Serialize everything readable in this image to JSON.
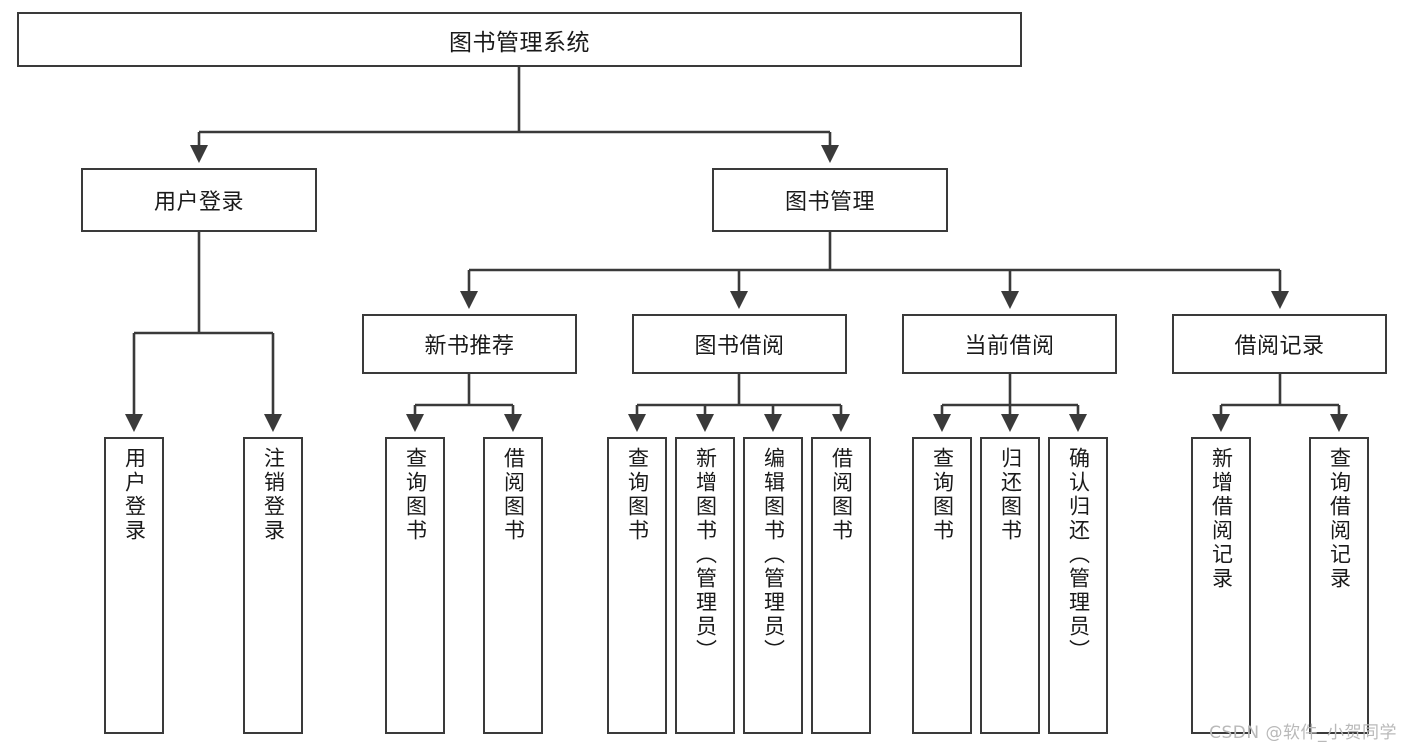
{
  "diagram": {
    "title": "图书管理系统",
    "kind": "functional-structure-tree",
    "watermark": "CSDN @软件_小贺同学",
    "colors": {
      "background": "#ffffff",
      "box_border": "#3a3a3a",
      "box_fill": "#ffffff",
      "text": "#1a1a1a",
      "edge": "#3a3a3a",
      "watermark": "#b9b9b9"
    }
  },
  "nodes": {
    "root": {
      "label": "图书管理系统",
      "level": 1
    },
    "level2": [
      {
        "id": "user-login",
        "label": "用户登录"
      },
      {
        "id": "book-manage",
        "label": "图书管理"
      }
    ],
    "level3": [
      {
        "id": "new-book-recommend",
        "label": "新书推荐"
      },
      {
        "id": "book-borrow",
        "label": "图书借阅"
      },
      {
        "id": "current-borrow",
        "label": "当前借阅"
      },
      {
        "id": "borrow-record",
        "label": "借阅记录"
      }
    ],
    "leaves": {
      "user-login": [
        {
          "id": "leaf-user-login",
          "label": "用户登录"
        },
        {
          "id": "leaf-user-logout",
          "label": "注销登录"
        }
      ],
      "new-book-recommend": [
        {
          "id": "leaf-query-book-1",
          "label": "查询图书"
        },
        {
          "id": "leaf-borrow-book-1",
          "label": "借阅图书"
        }
      ],
      "book-borrow": [
        {
          "id": "leaf-query-book-2",
          "label": "查询图书"
        },
        {
          "id": "leaf-add-book",
          "label": "新增图书（管理员）"
        },
        {
          "id": "leaf-edit-book",
          "label": "编辑图书（管理员）"
        },
        {
          "id": "leaf-borrow-book-2",
          "label": "借阅图书"
        }
      ],
      "current-borrow": [
        {
          "id": "leaf-query-book-3",
          "label": "查询图书"
        },
        {
          "id": "leaf-return-book",
          "label": "归还图书"
        },
        {
          "id": "leaf-confirm-return",
          "label": "确认归还（管理员）"
        }
      ],
      "borrow-record": [
        {
          "id": "leaf-add-record",
          "label": "新增借阅记录"
        },
        {
          "id": "leaf-query-record",
          "label": "查询借阅记录"
        }
      ]
    }
  }
}
